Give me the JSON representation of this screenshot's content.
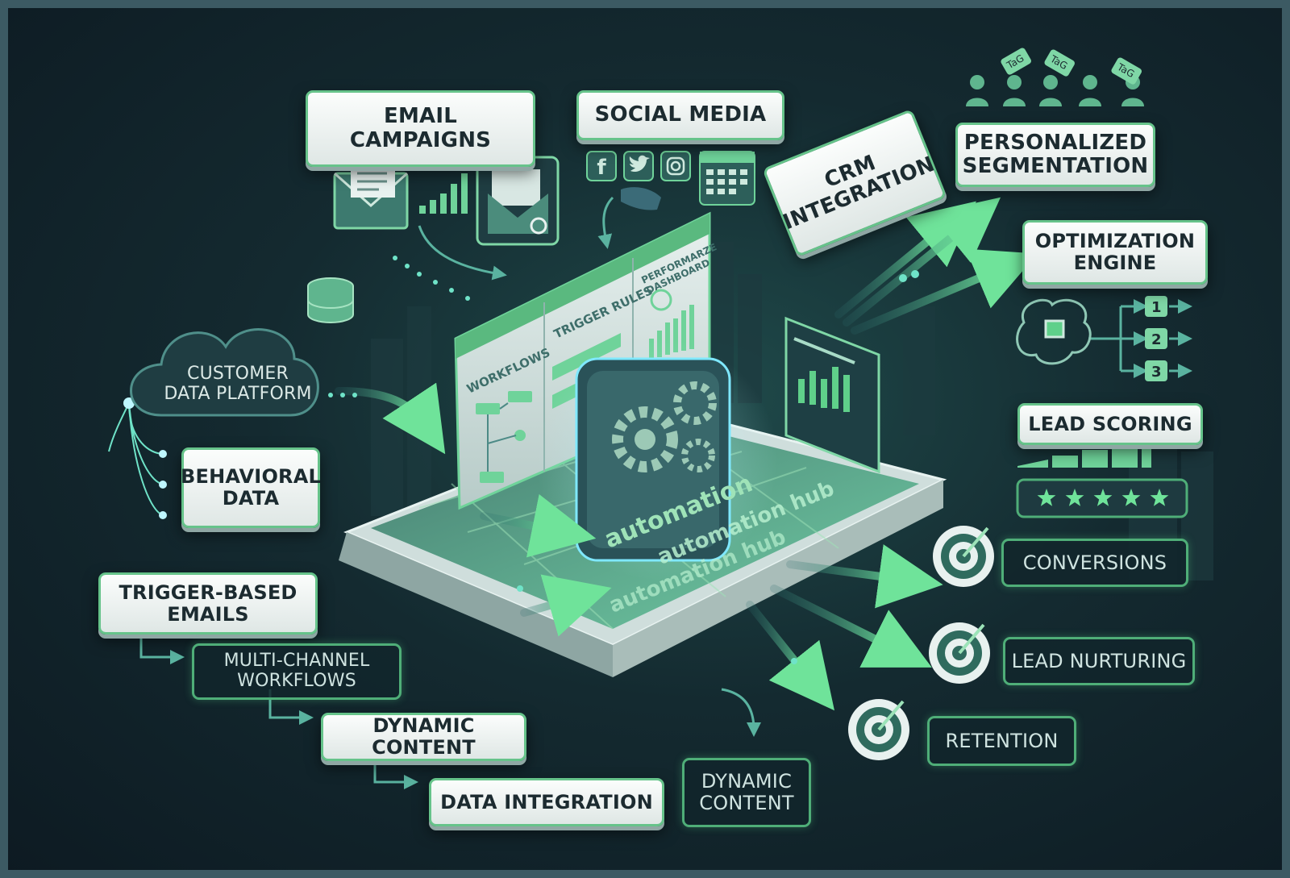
{
  "labels": {
    "email_campaigns": "EMAIL\nCAMPAIGNS",
    "social_media": "SOCIAL MEDIA",
    "crm_integration": "CRM\nINTEGRATION",
    "personalized_segmentation": "PERSONALIZED\nSEGMENTATION",
    "optimization_engine": "OPTIMIZATION\nENGINE",
    "customer_data_platform": "CUSTOMER\nDATA PLATFORM",
    "behavioral_data": "BEHAVIORAL\nDATA",
    "trigger_based_emails": "TRIGGER-BASED\nEMAILS",
    "multi_channel_workflows": "MULTI-CHANNEL\nWORKFLOWS",
    "dynamic_content_1": "DYNAMIC CONTENT",
    "data_integration": "DATA INTEGRATION",
    "dynamic_content_2": "DYNAMIC\nCONTENT",
    "lead_scoring": "LEAD SCORING",
    "conversions": "CONVERSIONS",
    "lead_nurturing": "LEAD NURTURING",
    "retention": "RETENTION"
  },
  "panel": {
    "workflows": "WORKFLOWS",
    "trigger_rules": "TRIGGER RULES",
    "dashboard": "PERFORMARZE\nDASHBOARD"
  },
  "hub": {
    "cube_text": "automation",
    "platform_text": "automation hub",
    "platform_text_2": "automation hub"
  },
  "tags": [
    "TaG",
    "TaG",
    "TaG"
  ],
  "optimization_steps": [
    "1",
    "2",
    "3"
  ],
  "lead_scoring_stars": 5,
  "social_icons": [
    "facebook-icon",
    "twitter-icon",
    "instagram-icon",
    "calendar-icon"
  ],
  "colors": {
    "accent_green": "#5fd08a",
    "glow_cyan": "#7fe8ff",
    "label_border": "#66c38a",
    "background": "#142a30"
  }
}
